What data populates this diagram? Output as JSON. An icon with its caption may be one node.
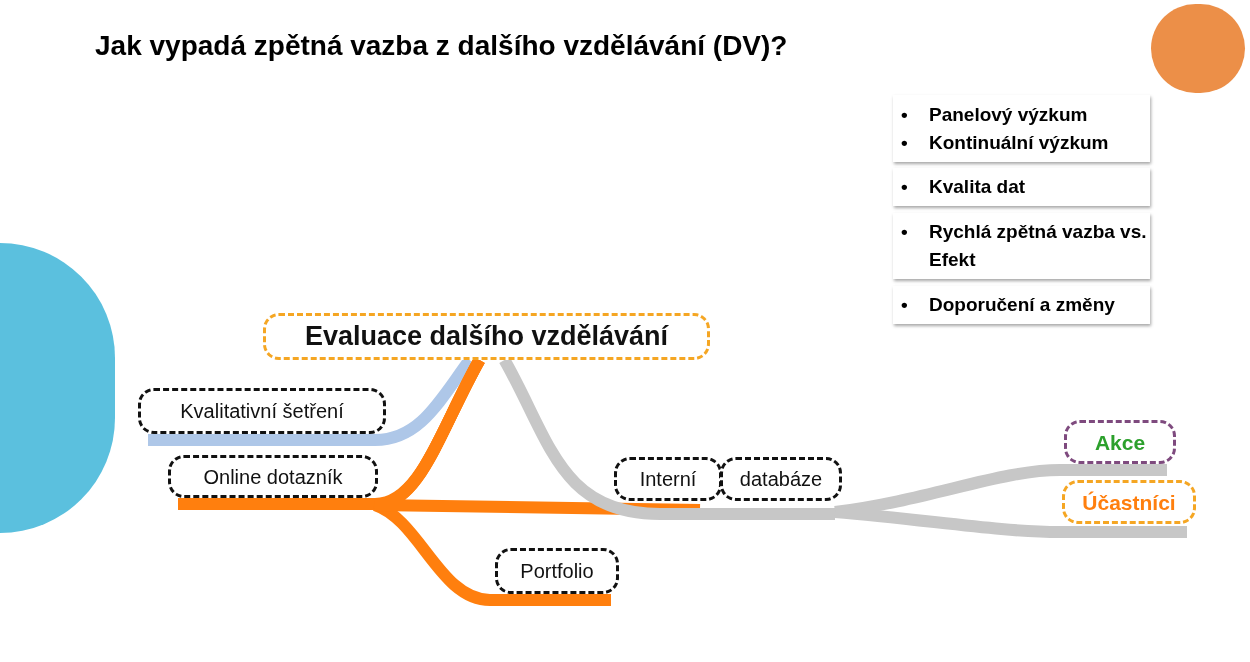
{
  "diagram": {
    "title": "Jak vypadá zpětná vazba z dalšího vzdělávání (DV)?",
    "nodes": [
      {
        "text": [
          "Evaluace dalšího vzdělávání"
        ]
      },
      {
        "text": [
          "Kvalitativní šetření"
        ]
      },
      {
        "text": [
          "Online dotazník"
        ]
      },
      {
        "text": [
          "Portfolio"
        ]
      },
      {
        "text": [
          "Interní"
        ]
      },
      {
        "text": [
          "databáze"
        ]
      },
      {
        "text": [
          "Akce"
        ]
      },
      {
        "text": [
          "Účastníci"
        ]
      },
      {
        "text": [
          "Panelový výzkum",
          "Kontinuální výzkum"
        ]
      },
      {
        "text": [
          "Kvalita dat"
        ]
      },
      {
        "text": [
          "Rychlá zpětná vazba vs. Efekt"
        ]
      },
      {
        "text": [
          "Doporučení a změny"
        ]
      }
    ],
    "edges": [
      {
        "from": 0,
        "to": 1,
        "arrow": "none",
        "color": "#aec7e8"
      },
      {
        "from": 0,
        "to": 2,
        "arrow": "none",
        "color": "#ff7f0e"
      },
      {
        "from": 0,
        "to": 3,
        "arrow": "none",
        "color": "#ff7f0e"
      },
      {
        "from": 0,
        "to": 4,
        "arrow": "none",
        "color": "#ff7f0e"
      },
      {
        "from": 0,
        "to": 5,
        "arrow": "none",
        "color": "#c7c7c7"
      },
      {
        "from": 5,
        "to": 6,
        "arrow": "none",
        "color": "#c7c7c7"
      },
      {
        "from": 5,
        "to": 7,
        "arrow": "none",
        "color": "#c7c7c7"
      }
    ],
    "labels": [
      "•",
      "•",
      "•",
      "•",
      "•"
    ]
  }
}
